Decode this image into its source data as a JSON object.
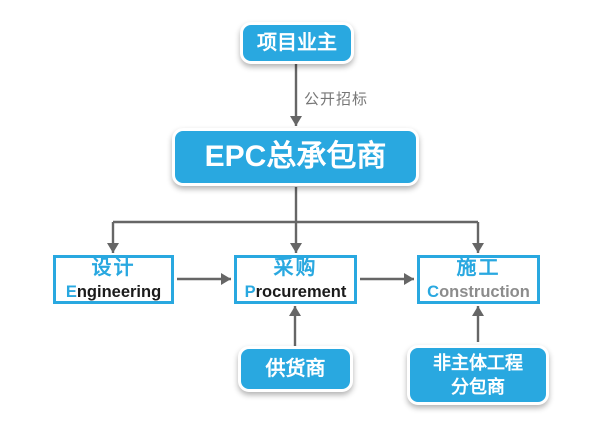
{
  "colors": {
    "node_blue": "#29a8e0",
    "wire_gray": "#666666",
    "en_black": "#1b1b1b",
    "construction_gray": "#8c8c8c",
    "bid_label_gray": "#777777"
  },
  "nodes": {
    "owner": {
      "label": "项目业主"
    },
    "epc": {
      "label": "EPC总承包商"
    },
    "design": {
      "zh": "设计",
      "en_first": "E",
      "en_rest": "ngineering"
    },
    "procurement": {
      "zh": "采购",
      "en_first": "P",
      "en_rest": "rocurement"
    },
    "construction": {
      "zh": "施工",
      "en_first": "C",
      "en_rest": "onstruction"
    },
    "supplier": {
      "label": "供货商"
    },
    "subcontractor": {
      "line1": "非主体工程",
      "line2": "分包商"
    }
  },
  "edge_labels": {
    "bid": "公开招标"
  }
}
